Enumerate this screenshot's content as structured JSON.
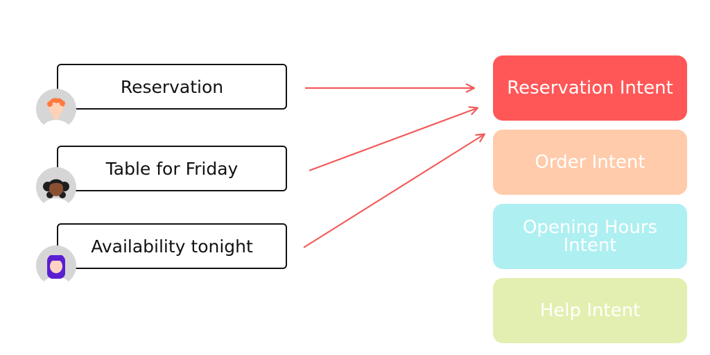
{
  "utterances": [
    {
      "text": "Reservation",
      "avatar": "person-orange-hair-icon"
    },
    {
      "text": "Table for Friday",
      "avatar": "person-dark-curly-hair-icon"
    },
    {
      "text": "Availability tonight",
      "avatar": "person-purple-hair-icon"
    }
  ],
  "intents": [
    {
      "label": "Reservation Intent",
      "color": "#ff5757"
    },
    {
      "label": "Order Intent",
      "color": "#ffcbab"
    },
    {
      "label": "Opening Hours Intent",
      "color": "#aeeff2"
    },
    {
      "label": "Help Intent",
      "color": "#e3efb0"
    }
  ],
  "arrow_color": "#f25a5a"
}
